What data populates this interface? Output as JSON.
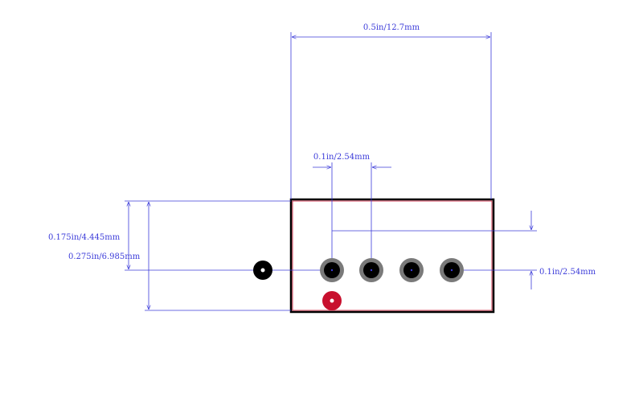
{
  "colors": {
    "background": "#ffffff",
    "dimension": "#3b3bd9",
    "outline": "#000000",
    "courtyard": "#c8102e",
    "pad_ring": "#7a7a7a",
    "pad_core": "#000000",
    "pin1_marker": "#c8102e"
  },
  "dimensions": {
    "width_label": "0.5in/12.7mm",
    "pitch_label": "0.1in/2.54mm",
    "row_offset_label": "0.175in/4.445mm",
    "height_label": "0.275in/6.985mm",
    "vertical_pitch_label": "0.1in/2.54mm"
  },
  "footprint": {
    "plated_pads": 4,
    "mounting_holes": 1,
    "pin1_markers": 1
  }
}
